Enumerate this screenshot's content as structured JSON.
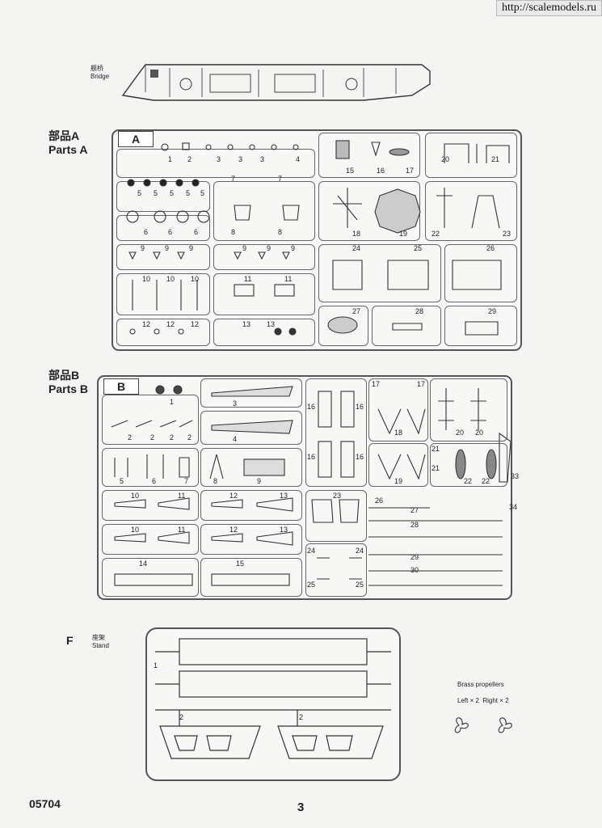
{
  "watermark": "http://scalemodels.ru",
  "bridge": {
    "cn": "舰桥",
    "en": "Bridge"
  },
  "parts_a": {
    "cn": "部品A",
    "en": "Parts A",
    "tag": "A",
    "numbers": [
      "1",
      "2",
      "3",
      "3",
      "3",
      "4",
      "15",
      "16",
      "17",
      "20",
      "21",
      "5",
      "5",
      "5",
      "5",
      "5",
      "7",
      "7",
      "6",
      "6",
      "6",
      "8",
      "8",
      "18",
      "19",
      "22",
      "23",
      "9",
      "9",
      "9",
      "9",
      "9",
      "9",
      "24",
      "25",
      "26",
      "10",
      "10",
      "10",
      "11",
      "11",
      "27",
      "28",
      "29",
      "12",
      "12",
      "12",
      "13",
      "13"
    ]
  },
  "parts_b": {
    "cn": "部品B",
    "en": "Parts B",
    "tag": "B",
    "numbers": [
      "1",
      "3",
      "17",
      "17",
      "18",
      "20",
      "20",
      "2",
      "2",
      "2",
      "2",
      "4",
      "16",
      "16",
      "16",
      "16",
      "5",
      "6",
      "7",
      "8",
      "9",
      "19",
      "21",
      "21",
      "22",
      "22",
      "33",
      "10",
      "11",
      "12",
      "13",
      "23",
      "26",
      "27",
      "34",
      "28",
      "10",
      "11",
      "12",
      "13",
      "24",
      "24",
      "29",
      "30",
      "14",
      "15",
      "25",
      "25"
    ]
  },
  "stand": {
    "label": "F",
    "cn": "座架",
    "en": "Stand",
    "numbers": [
      "1",
      "2",
      "2"
    ]
  },
  "propellers": {
    "title": "Brass propellers",
    "detail": "Left × 2  Right × 2"
  },
  "footer": {
    "code": "05704",
    "page": "3"
  }
}
